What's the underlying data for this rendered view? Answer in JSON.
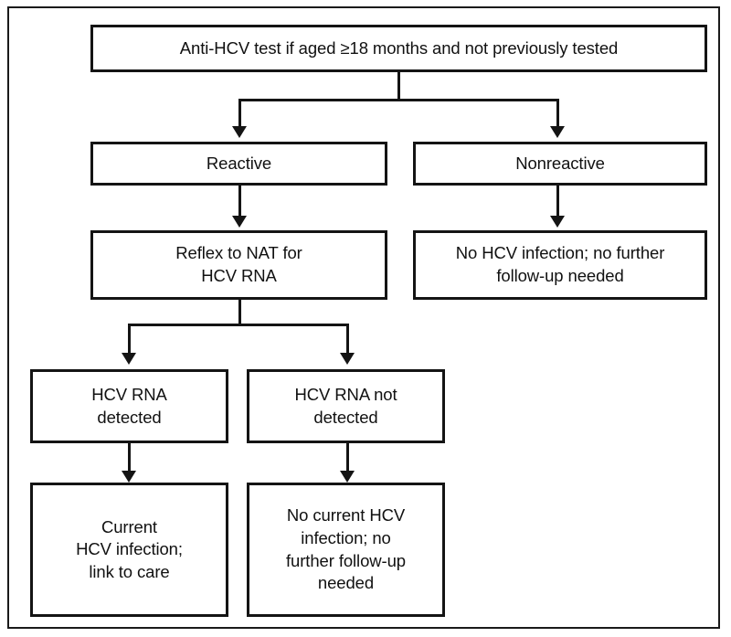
{
  "figure": {
    "type": "flowchart",
    "orientation": "top-down",
    "border_color": "#1a1a1a",
    "box_border_color": "#141414",
    "background": "#ffffff"
  },
  "nodes": {
    "start": {
      "id": "anti-hcv-test",
      "text": "Anti-HCV test if aged ≥18 months and not previously tested"
    },
    "reactive": {
      "id": "reactive",
      "text": "Reactive"
    },
    "nonreactive": {
      "id": "nonreactive",
      "text": "Nonreactive"
    },
    "reflex_nat": {
      "id": "reflex-to-nat",
      "text": "Reflex to NAT for\nHCV RNA"
    },
    "no_hcv_infection": {
      "id": "no-hcv-infection",
      "text": "No HCV infection; no further\nfollow-up needed"
    },
    "rna_detected": {
      "id": "hcv-rna-detected",
      "text": "HCV RNA\ndetected"
    },
    "rna_not_detected": {
      "id": "hcv-rna-not-detected",
      "text": "HCV RNA not\ndetected"
    },
    "current_infection": {
      "id": "current-hcv-infection",
      "text": "Current\nHCV infection;\nlink to care"
    },
    "no_current_infection": {
      "id": "no-current-hcv-infection",
      "text": "No current HCV\ninfection; no\nfurther follow-up\nneeded"
    }
  },
  "edges": [
    {
      "from": "anti-hcv-test",
      "to": "reactive"
    },
    {
      "from": "anti-hcv-test",
      "to": "nonreactive"
    },
    {
      "from": "reactive",
      "to": "reflex-to-nat"
    },
    {
      "from": "nonreactive",
      "to": "no-hcv-infection"
    },
    {
      "from": "reflex-to-nat",
      "to": "hcv-rna-detected"
    },
    {
      "from": "reflex-to-nat",
      "to": "hcv-rna-not-detected"
    },
    {
      "from": "hcv-rna-detected",
      "to": "current-hcv-infection"
    },
    {
      "from": "hcv-rna-not-detected",
      "to": "no-current-hcv-infection"
    }
  ]
}
